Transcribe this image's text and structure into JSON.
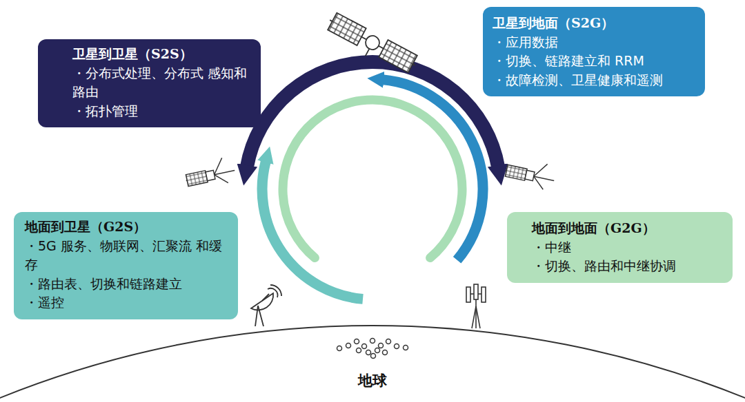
{
  "diagram": {
    "nodes": [
      {
        "text": [
          "卫星到卫星（S2S）",
          "・分布式处理、分布式 感知和路由",
          "・拓扑管理"
        ]
      },
      {
        "text": [
          "卫星到地面（S2G）",
          "・应用数据",
          "・切换、链路建立和 RRM",
          "・故障检测、卫星健康和遥测"
        ]
      },
      {
        "text": [
          "地面到卫星（G2S）",
          "・5G 服务、物联网、汇聚流 和缓存",
          "・路由表、切换和链路建立",
          "・遥控"
        ]
      },
      {
        "text": [
          "地面到地面（G2G）",
          "・中继",
          "・切换、路由和中继协调"
        ]
      }
    ],
    "labels": [
      "地球"
    ]
  }
}
